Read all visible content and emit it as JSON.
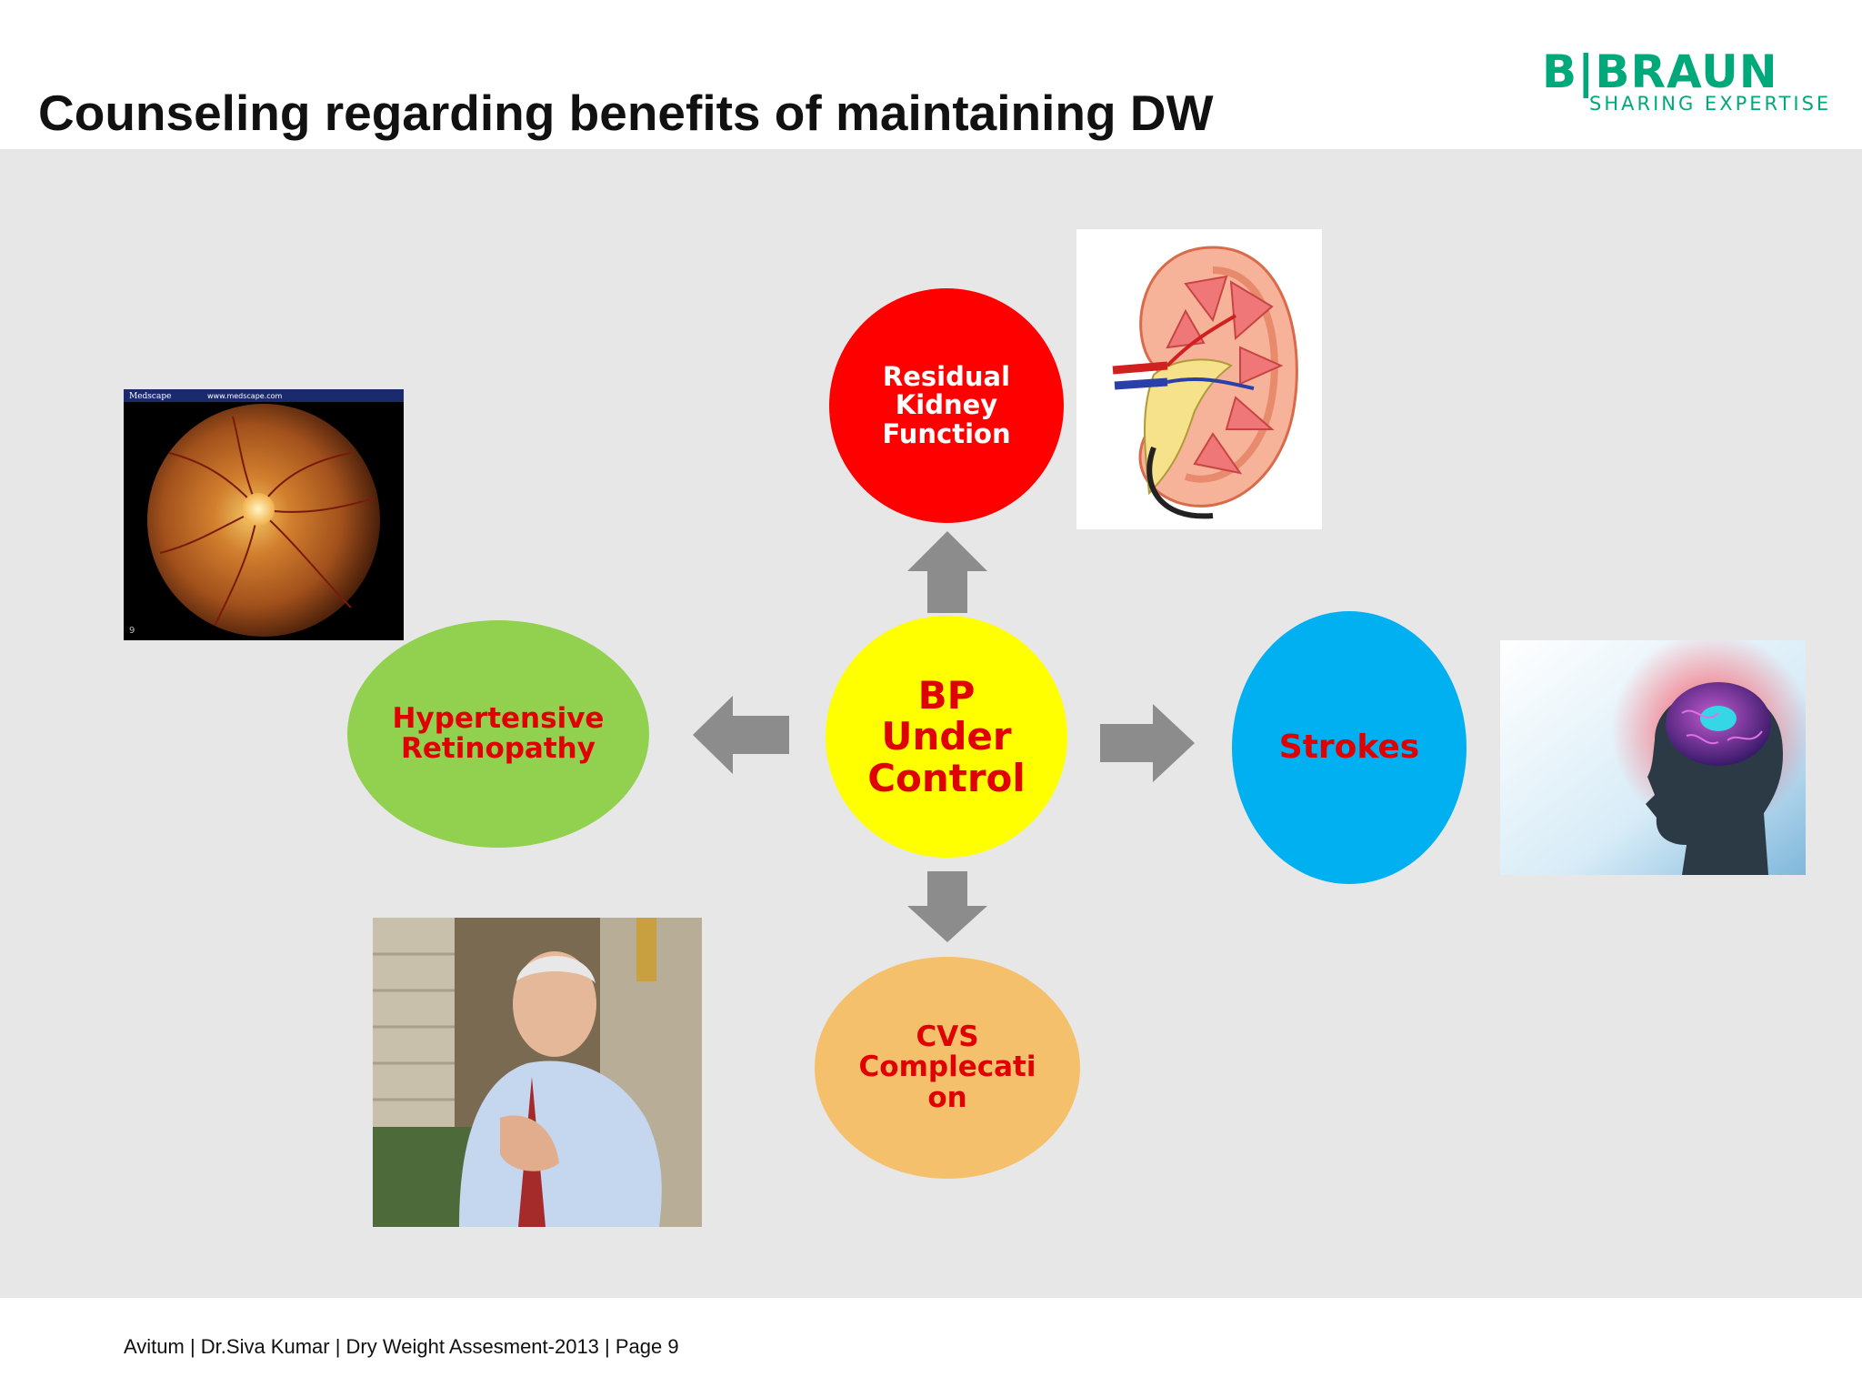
{
  "header": {
    "title": "Counseling regarding benefits of maintaining DW",
    "logo": {
      "brand": "B|BRAUN",
      "tagline": "SHARING EXPERTISE"
    }
  },
  "diagram": {
    "center": {
      "label": "BP\nUnder\nControl",
      "fill": "#ffff00",
      "text_color": "#e00000"
    },
    "nodes": {
      "top": {
        "label": "Residual\nKidney\nFunction",
        "fill": "#ff0000",
        "text_color": "#ffffff"
      },
      "left": {
        "label": "Hypertensive\nRetinopathy",
        "fill": "#92d050",
        "text_color": "#e00000"
      },
      "right": {
        "label": "Strokes",
        "fill": "#00b0f0",
        "text_color": "#e00000"
      },
      "bottom": {
        "label": "CVS\nComplecati\non",
        "fill": "#f5c06c",
        "text_color": "#e00000"
      }
    },
    "arrow_color": "#8c8c8c",
    "images": {
      "retina": {
        "icon": "retina-fundus-photo",
        "source_text": "Medscape",
        "source_url_text": "www.medscape.com",
        "corner_number": "9"
      },
      "kidney": {
        "icon": "kidney-cross-section-illustration"
      },
      "brain": {
        "icon": "human-head-brain-illustration"
      },
      "heart": {
        "icon": "man-chest-pain-photo"
      }
    }
  },
  "footer": {
    "text": "Avitum | Dr.Siva Kumar | Dry Weight Assesment-2013 | Page  9"
  }
}
